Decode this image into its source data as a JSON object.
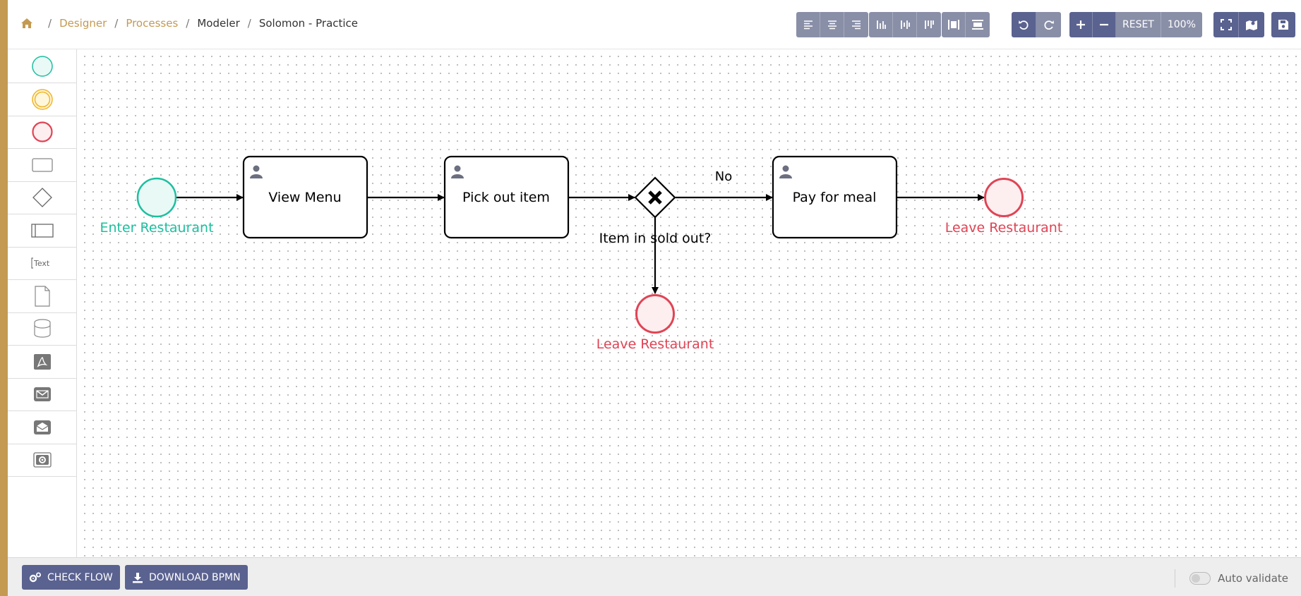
{
  "breadcrumb": {
    "home_icon": "home-icon",
    "items": [
      "Designer",
      "Processes",
      "Modeler",
      "Solomon - Practice"
    ]
  },
  "toolbar": {
    "align_icons": [
      "align-left-icon",
      "align-center-icon",
      "align-right-icon",
      "align-bottom-icon",
      "align-middle-icon",
      "align-top-icon",
      "distribute-horizontal-icon",
      "distribute-vertical-icon"
    ],
    "undo_icon": "undo-icon",
    "redo_icon": "redo-icon",
    "zoom_in_icon": "plus-icon",
    "zoom_out_icon": "minus-icon",
    "reset_label": "RESET",
    "zoom_level": "100%",
    "fullscreen_icon": "fullscreen-icon",
    "minimap_icon": "map-icon",
    "save_icon": "save-icon"
  },
  "palette": {
    "items": [
      "start-event-icon",
      "intermediate-event-icon",
      "end-event-icon",
      "task-icon",
      "gateway-icon",
      "pool-icon",
      "text-annotation-icon",
      "data-object-icon",
      "data-store-icon",
      "pdf-icon",
      "email-icon",
      "open-mail-icon",
      "service-task-icon"
    ],
    "text_label": "Text"
  },
  "diagram": {
    "start_event": {
      "label": "Enter Restaurant"
    },
    "tasks": [
      {
        "label": "View Menu"
      },
      {
        "label": "Pick out item"
      },
      {
        "label": "Pay for meal"
      }
    ],
    "gateway": {
      "label": "Item in sold out?"
    },
    "flow_no_label": "No",
    "end_events": [
      {
        "label": "Leave Restaurant"
      },
      {
        "label": "Leave Restaurant"
      }
    ],
    "colors": {
      "start": "#1dbf9f",
      "end": "#e04455",
      "start_fill": "#e8f9f6",
      "end_fill": "#fdeef0"
    }
  },
  "footer": {
    "check_flow_label": "CHECK FLOW",
    "download_label": "DOWNLOAD BPMN",
    "auto_validate_label": "Auto validate"
  }
}
